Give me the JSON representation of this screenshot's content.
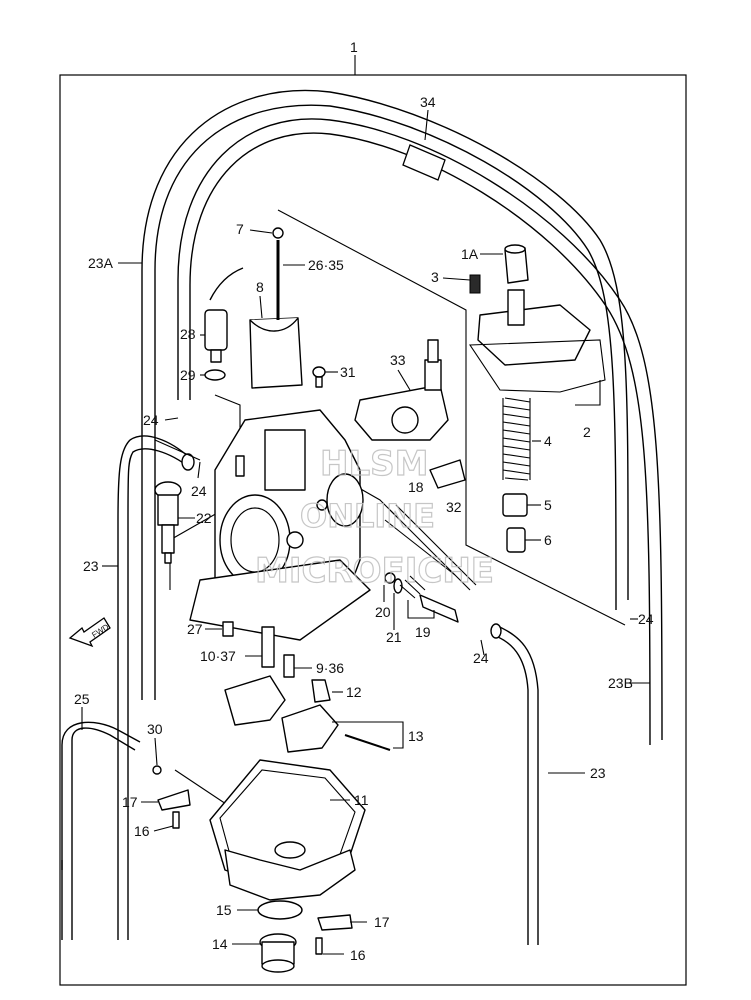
{
  "diagram": {
    "callouts": {
      "c1": "1",
      "c34": "34",
      "c7": "7",
      "c2635": "26·35",
      "c23A": "23A",
      "c8": "8",
      "c28": "28",
      "c29": "29",
      "c31": "31",
      "c33": "33",
      "c1A": "1A",
      "c3": "3",
      "c2": "2",
      "c4": "4",
      "c5": "5",
      "c6": "6",
      "c24a": "24",
      "c24b": "24",
      "c24c": "24",
      "c24d": "24",
      "c18": "18",
      "c32": "32",
      "c22": "22",
      "c23a": "23",
      "c23b": "23",
      "c27": "27",
      "c20": "20",
      "c21": "21",
      "c19": "19",
      "c1037": "10·37",
      "c936": "9·36",
      "c12": "12",
      "c13": "13",
      "c23B": "23B",
      "c25": "25",
      "c30": "30",
      "c17a": "17",
      "c17b": "17",
      "c11": "11",
      "c16a": "16",
      "c16b": "16",
      "c15": "15",
      "c14": "14"
    },
    "fwd_arrow_text": "FWD",
    "watermark": {
      "line1": "HLSM",
      "line2": "ONLINE",
      "line3": "MICROFICHE"
    }
  }
}
